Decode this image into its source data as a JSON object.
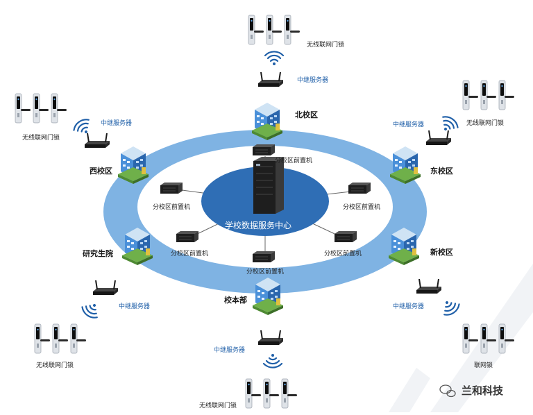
{
  "center": {
    "label": "学校数据服务中心",
    "fill": "#2f6eb5"
  },
  "ring": {
    "fill": "#7fb3e3"
  },
  "campuses": {
    "north": "北校区",
    "west": "西校区",
    "east": "东校区",
    "research": "研究生院",
    "new": "新校区",
    "main": "校本部"
  },
  "front_server_label": "分校区前置机",
  "relay_label": "中继服务器",
  "wireless_lock_label": "无线联网门锁",
  "network_lock_label": "联网锁",
  "watermark": {
    "brand": "兰和科技",
    "icon": "wechat-icon"
  }
}
